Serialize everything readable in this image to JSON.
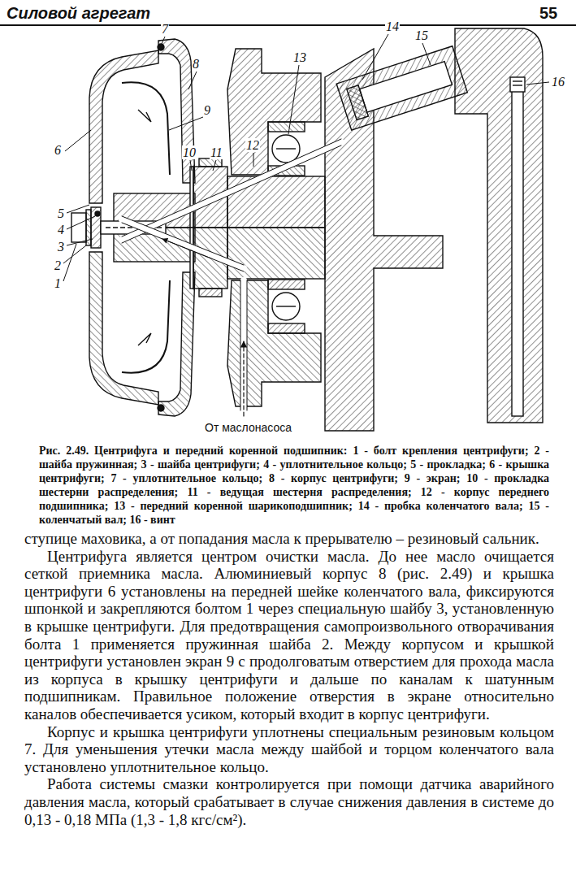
{
  "diagram": {
    "title": "Силовой агрегат",
    "caption": "Рис. 2.49. Центрифуга и передний коренной подшипник: 1 - болт крепления центрифуги; 2 - шайба пружинная; 3 - шайба центрифуги; 4 - уплотнительное кольцо; 5 - прокладка; 6 - крышка центрифуги; 7 - уплотнительное кольцо; 8 - корпус центрифуги; 9 - экран; 10 - прокладка шестерни распределения; 11 - ведущая шестерня распределения; 12 - корпус переднего подшипника; 13 - передний коренной шарикоподшипник; 14 - пробка коленчатого вала; 15 - коленчатый вал; 16 - винт",
    "labels": [
      "55",
      "1",
      "2",
      "3",
      "4",
      "5",
      "6",
      "7",
      "8",
      "9",
      "10",
      "11",
      "12",
      "13",
      "14",
      "15",
      "16",
      "От маслонасоса",
      "ступице маховика, а от попадания масла к прерывателю – резиновый сальник.",
      "Центрифуга является центром очистки масла. До нее масло очищается сеткой приемника масла. Алюминиевый корпус 8 (рис. 2.49) и крышка центрифуги 6 установлены на передней шейке коленчатого вала, фиксируются шпонкой и закрепляются болтом 1 через специальную шайбу 3, установленную в крышке центрифуги. Для предотвращения самопроизвольного отворачивания болта 1 применяется пружинная шайба 2. Между корпусом и крышкой центрифуги установлен экран 9 с продолговатым отверстием для прохода масла из корпуса в крышку центрифуги и дальше по каналам к шатунным подшипникам. Правильное положение отверстия в экране относительно каналов обеспечивается усиком, который входит в корпус центрифуги.",
      "Корпус и крышка центрифуги уплотнены специальным резиновым кольцом 7. Для уменьшения утечки масла между шайбой и торцом коленчатого вала установлено уплотнительное кольцо.",
      "Работа системы смазки контролируется при помощи датчика аварийного давления масла, который срабатывает в случае снижения давления в системе до 0,13 - 0,18 МПа (1,3 - 1,8 кгс/см²)."
    ]
  }
}
